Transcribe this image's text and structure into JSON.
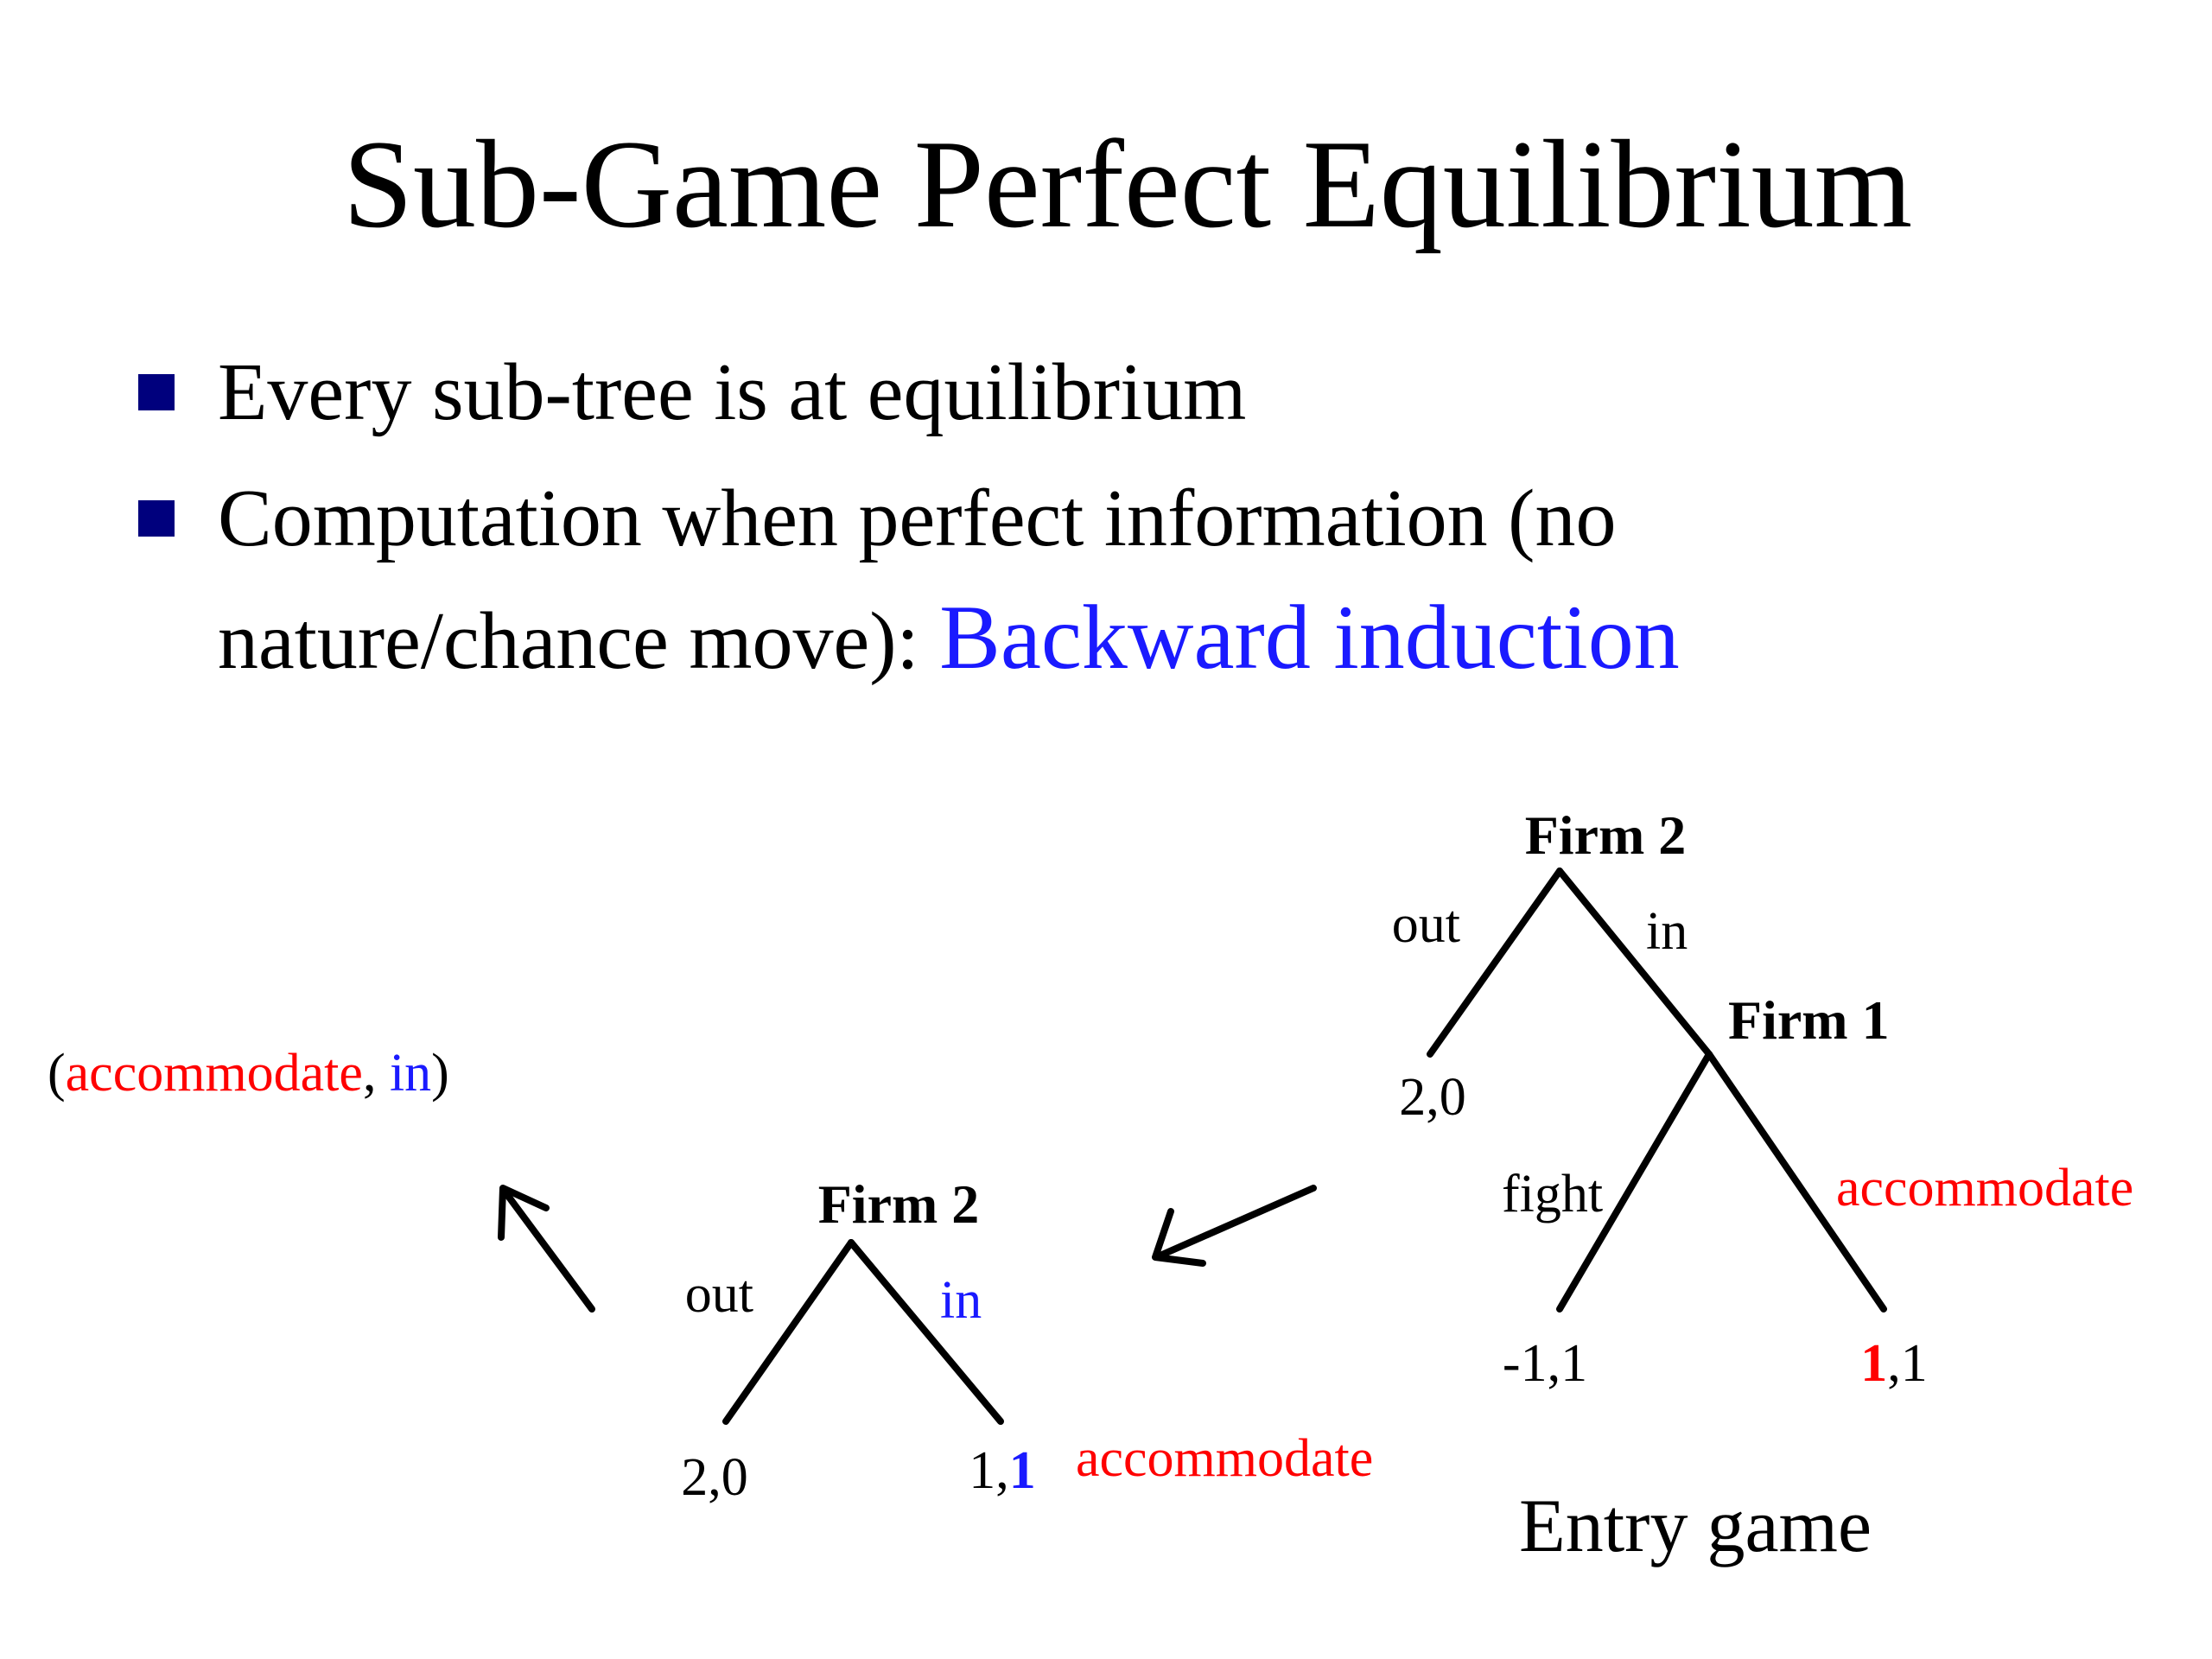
{
  "slide": {
    "title": "Sub-Game Perfect Equilibrium",
    "bullets": [
      "Every sub-tree is at equilibrium",
      "Computation when perfect information (no",
      "nature/chance move): ",
      "Backward induction"
    ]
  },
  "colors": {
    "text": "#000000",
    "highlight_red": "#ff0000",
    "highlight_blue": "#1a1aff",
    "bullet": "#00007d"
  },
  "diagram": {
    "entry_game": {
      "root_label": "Firm 2",
      "out_label": "out",
      "in_label": "in",
      "out_payoff": "2,0",
      "node2_label": "Firm 1",
      "fight_label": "fight",
      "accommodate_label": "accommodate",
      "fight_payoff": "-1,1",
      "acc_payoff_first": "1",
      "acc_payoff_rest": ",1",
      "caption": "Entry game"
    },
    "reduced_game": {
      "root_label": "Firm 2",
      "out_label": "out",
      "in_label": "in",
      "out_payoff": "2,0",
      "in_payoff_first": "1,",
      "in_payoff_last": "1",
      "annotation": "accommodate"
    },
    "solution": {
      "open": "(",
      "first": "accommodate",
      "sep": ", ",
      "second": "in",
      "close": ")"
    }
  }
}
